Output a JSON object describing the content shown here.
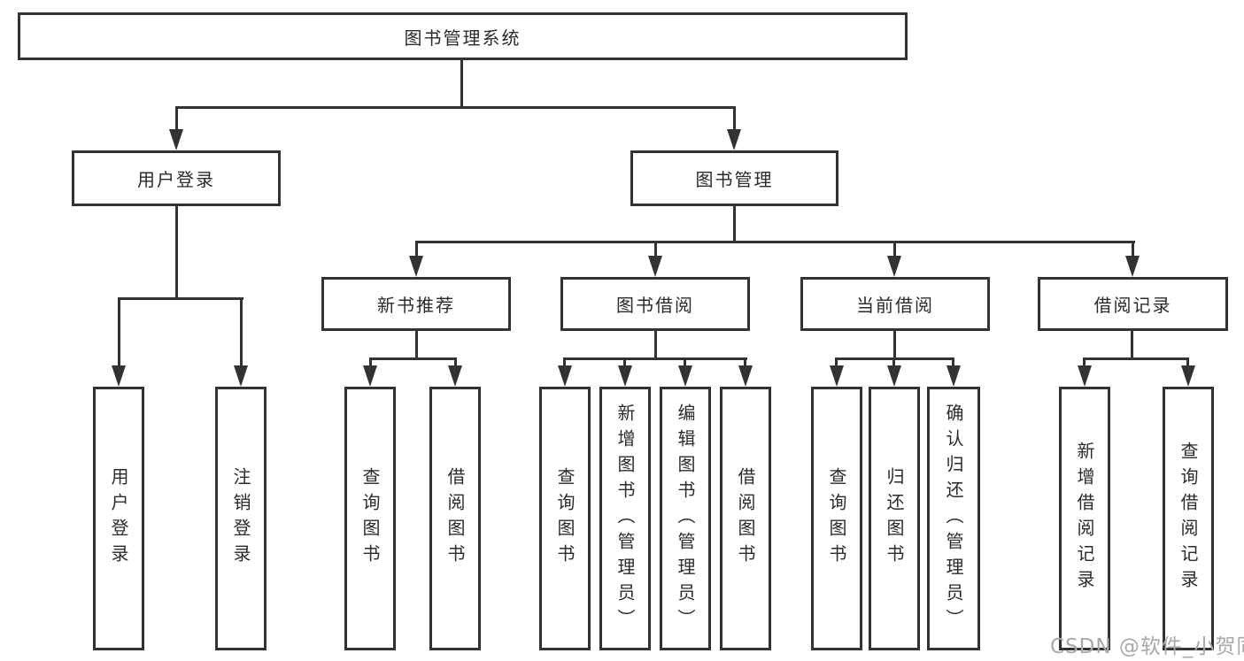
{
  "diagram": {
    "root": "图书管理系统",
    "user": {
      "label": "用户登录",
      "children": [
        "用户登录",
        "注销登录"
      ]
    },
    "book": {
      "label": "图书管理",
      "modules": [
        {
          "label": "新书推荐",
          "children": [
            "查询图书",
            "借阅图书"
          ]
        },
        {
          "label": "图书借阅",
          "children": [
            "查询图书",
            "新增图书（管理员）",
            "编辑图书（管理员）",
            "借阅图书"
          ]
        },
        {
          "label": "当前借阅",
          "children": [
            "查询图书",
            "归还图书",
            "确认归还（管理员）"
          ]
        },
        {
          "label": "借阅记录",
          "children": [
            "新增借阅记录",
            "查询借阅记录"
          ]
        }
      ]
    },
    "watermark": "CSDN @软件_小贺同学",
    "colors": {
      "line": "#333333",
      "box_border": "#333333",
      "box_bg": "#ffffff",
      "text": "#2b2b2b",
      "watermark": "#a9a9a9"
    }
  }
}
